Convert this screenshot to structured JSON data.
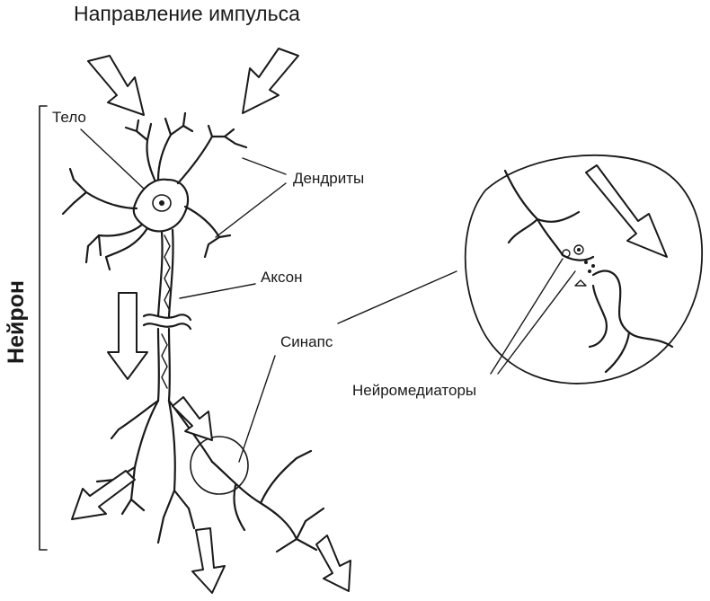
{
  "labels": {
    "title": "Направление импульса",
    "neuron": "Нейрон",
    "soma": "Тело",
    "dendrites": "Дендриты",
    "axon": "Аксон",
    "synapse": "Синапс",
    "neurotransmitters": "Нейромедиаторы"
  }
}
